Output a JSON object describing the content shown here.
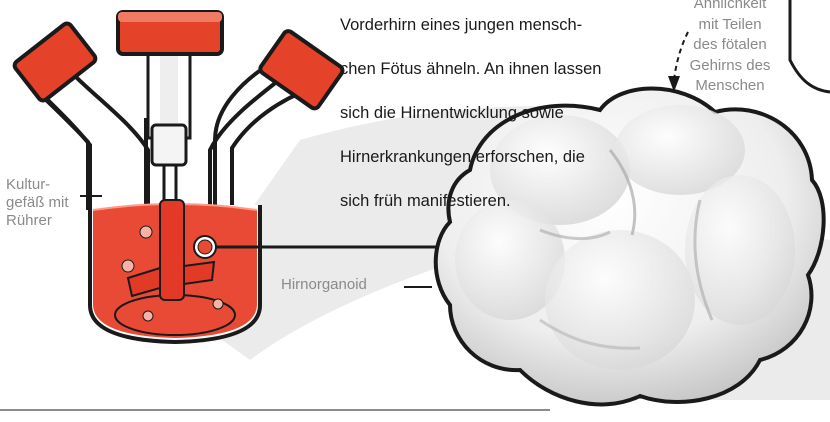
{
  "intro_text": {
    "lines": [
      "Vorderhirn eines jungen mensch-",
      "chen Fötus ähneln. An ihnen lassen",
      "sich die Hirnentwicklung sowie",
      "Hirnerkrankungen erforschen, die",
      "sich früh manifestieren."
    ]
  },
  "labels": {
    "vessel": "Kultur-\ngefäß mit\nRührer",
    "organoid": "Hirnorganoid",
    "similarity": "Ähnlichkeit\nmit Teilen\ndes fötalen\nGehirns des\nMenschen"
  },
  "colors": {
    "accent_red": "#e5422a",
    "medium_red": "#e84a36",
    "outline": "#1a1a1a",
    "shadow": "#ebebeb",
    "label_grey": "#8a8a8a"
  }
}
